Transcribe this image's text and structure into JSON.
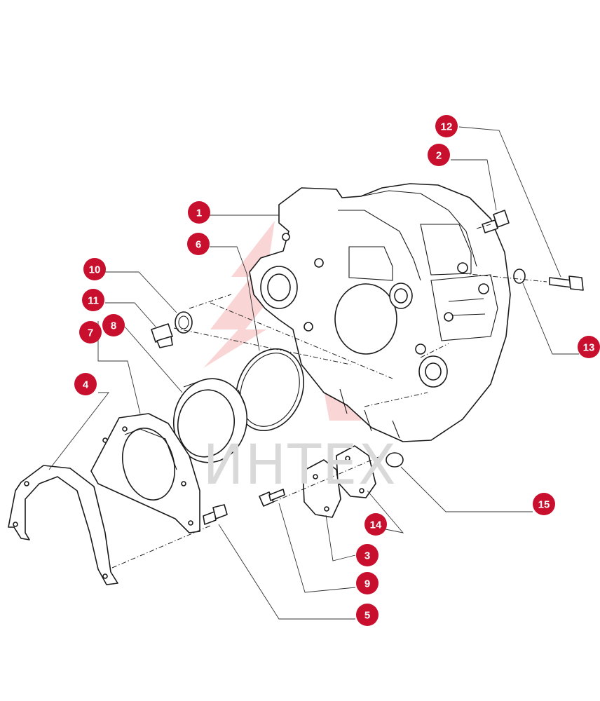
{
  "watermark": {
    "text": "ИНТЕХ",
    "color": "#d9d9d9",
    "logo_color": "#f6b3b3"
  },
  "callout_color": "#c8102e",
  "callouts": [
    {
      "id": "1",
      "label": "1"
    },
    {
      "id": "2",
      "label": "2"
    },
    {
      "id": "3",
      "label": "3"
    },
    {
      "id": "4",
      "label": "4"
    },
    {
      "id": "5",
      "label": "5"
    },
    {
      "id": "6",
      "label": "6"
    },
    {
      "id": "7",
      "label": "7"
    },
    {
      "id": "8",
      "label": "8"
    },
    {
      "id": "9",
      "label": "9"
    },
    {
      "id": "10",
      "label": "10"
    },
    {
      "id": "11",
      "label": "11"
    },
    {
      "id": "12",
      "label": "12"
    },
    {
      "id": "13",
      "label": "13"
    },
    {
      "id": "14",
      "label": "14"
    },
    {
      "id": "15",
      "label": "15"
    }
  ]
}
